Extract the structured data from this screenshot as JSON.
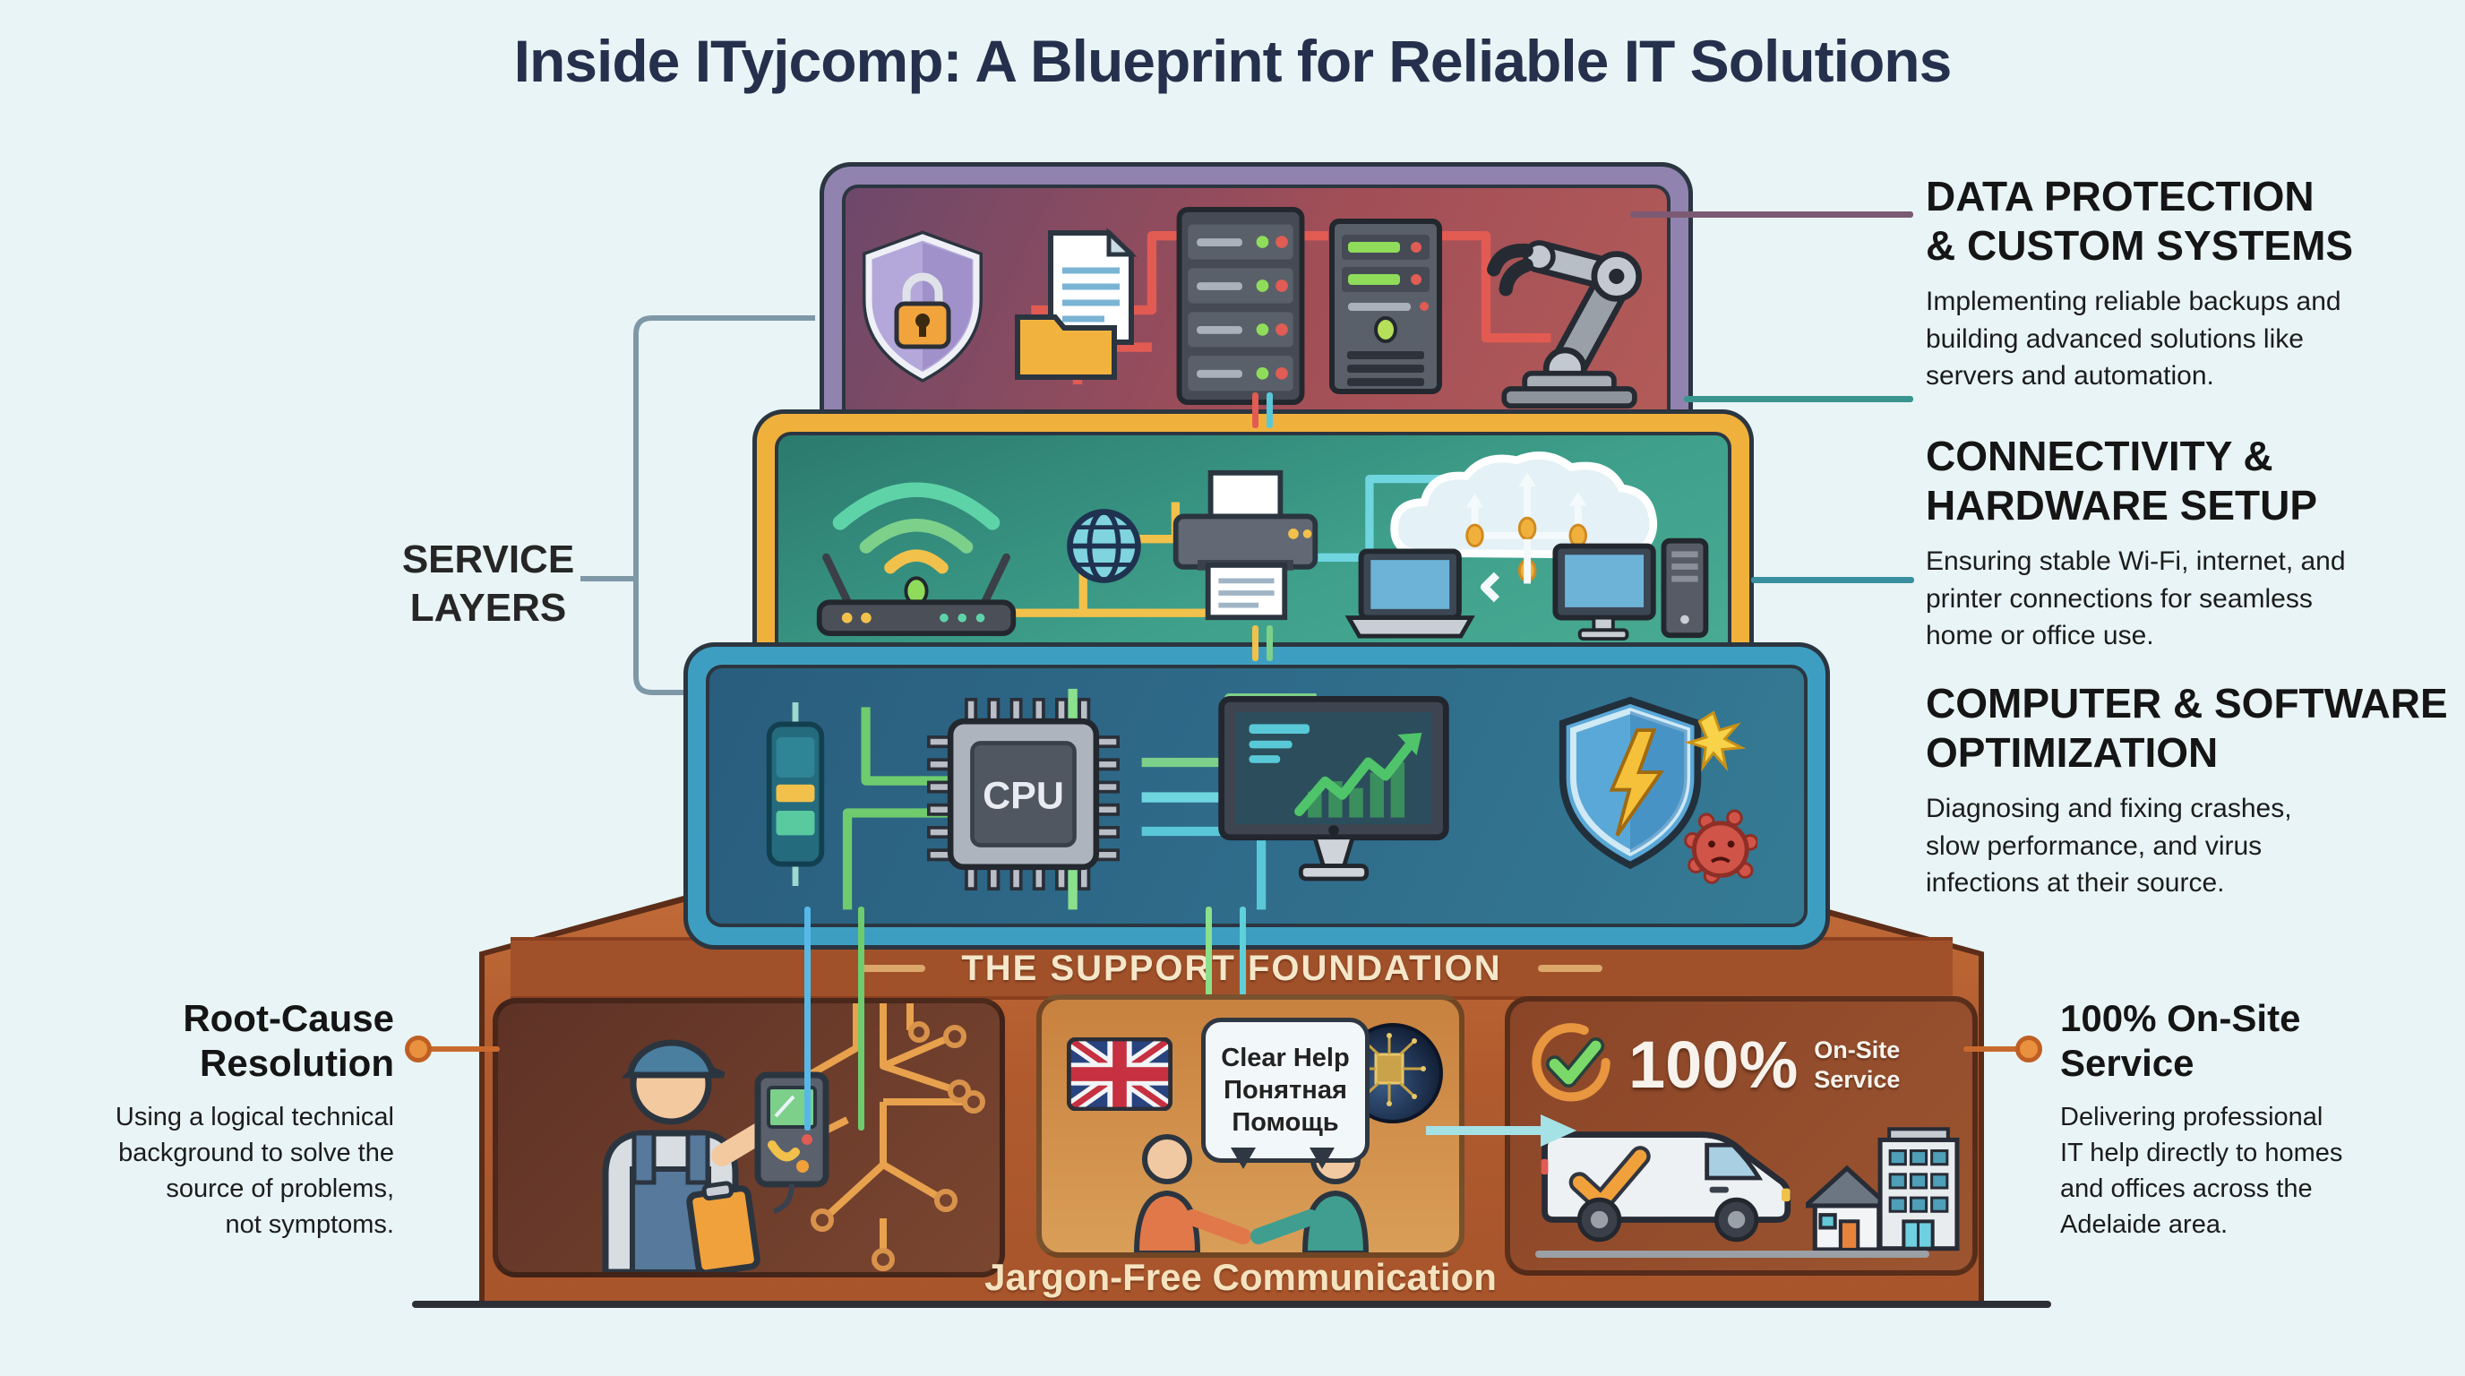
{
  "title": "Inside ITyjcomp: A Blueprint for Reliable IT Solutions",
  "left": {
    "service_layers": "SERVICE\nLAYERS",
    "root_cause": {
      "title": "Root-Cause\nResolution",
      "description": "Using a logical technical\nbackground to solve the\nsource of problems,\nnot symptoms."
    }
  },
  "annotations": [
    {
      "title": "DATA PROTECTION\n& CUSTOM SYSTEMS",
      "description": "Implementing reliable backups and\nbuilding advanced solutions like\nservers and automation."
    },
    {
      "title": "CONNECTIVITY &\nHARDWARE SETUP",
      "description": "Ensuring stable Wi-Fi, internet, and\nprinter connections for seamless\nhome or office use."
    },
    {
      "title": "COMPUTER & SOFTWARE\nOPTIMIZATION",
      "description": "Diagnosing and fixing crashes,\nslow performance, and virus\ninfections at their source."
    }
  ],
  "onsite": {
    "title": "100% On-Site\nService",
    "description": "Delivering professional\nIT help directly to homes\nand offices across the\nAdelaide area."
  },
  "layers": [
    {
      "name": "data-protection-and-custom-systems",
      "icons": [
        "shield-lock-icon",
        "documents-folder-icon",
        "server-rack-icon",
        "server-tower-icon",
        "robot-arm-icon"
      ],
      "accent": "#9183b0"
    },
    {
      "name": "connectivity-and-hardware-setup",
      "icons": [
        "wifi-signal-icon",
        "router-icon",
        "globe-icon",
        "printer-icon",
        "cloud-network-icon",
        "laptop-icon",
        "desktop-icon"
      ],
      "accent": "#f0b13c"
    },
    {
      "name": "computer-and-software-optimization",
      "cpu_label": "CPU",
      "icons": [
        "fuse-icon",
        "cpu-chip-icon",
        "performance-monitor-icon",
        "antivirus-shield-icon",
        "virus-icon"
      ],
      "accent": "#3e9ec2"
    }
  ],
  "foundation": {
    "band_title": "THE SUPPORT FOUNDATION",
    "jargon_label": "Jargon-Free Communication",
    "bubble_text": "Clear Help\nПонятная\nПомощь",
    "stat_value": "100%",
    "stat_label": "On-Site\nService",
    "icons": [
      "technician-icon",
      "circuit-traces-icon",
      "uk-flag-icon",
      "speech-bubble-icon",
      "circuit-coin-icon",
      "people-talking-icon",
      "check-circle-icon",
      "service-van-icon",
      "house-icon",
      "office-building-icon"
    ]
  },
  "colors": {
    "background": "#e9f4f6",
    "title_text": "#25304d",
    "layer1_frame": "#9183b0",
    "layer2_frame": "#f0b13c",
    "layer3_frame": "#3e9ec2",
    "foundation_orange": "#b05a2e",
    "connector_purple": "#7c5a74",
    "connector_teal": "#3a958e",
    "connector_dot_orange": "#e9913f"
  }
}
